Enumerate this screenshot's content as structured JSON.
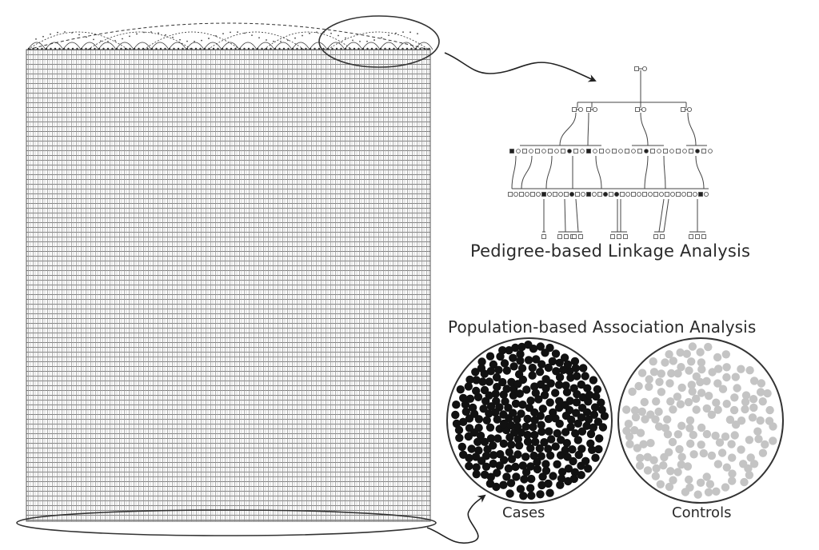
{
  "labels": {
    "pedigree": "Pedigree-based Linkage Analysis",
    "population": "Population-based Association Analysis",
    "cases": "Cases",
    "controls": "Controls"
  },
  "colors": {
    "lines": "#333333",
    "cases_dots": "#111111",
    "controls_dots": "#c4c4c4"
  },
  "icons": [
    "pedigree-zoom-arrow",
    "population-zoom-arrow"
  ]
}
